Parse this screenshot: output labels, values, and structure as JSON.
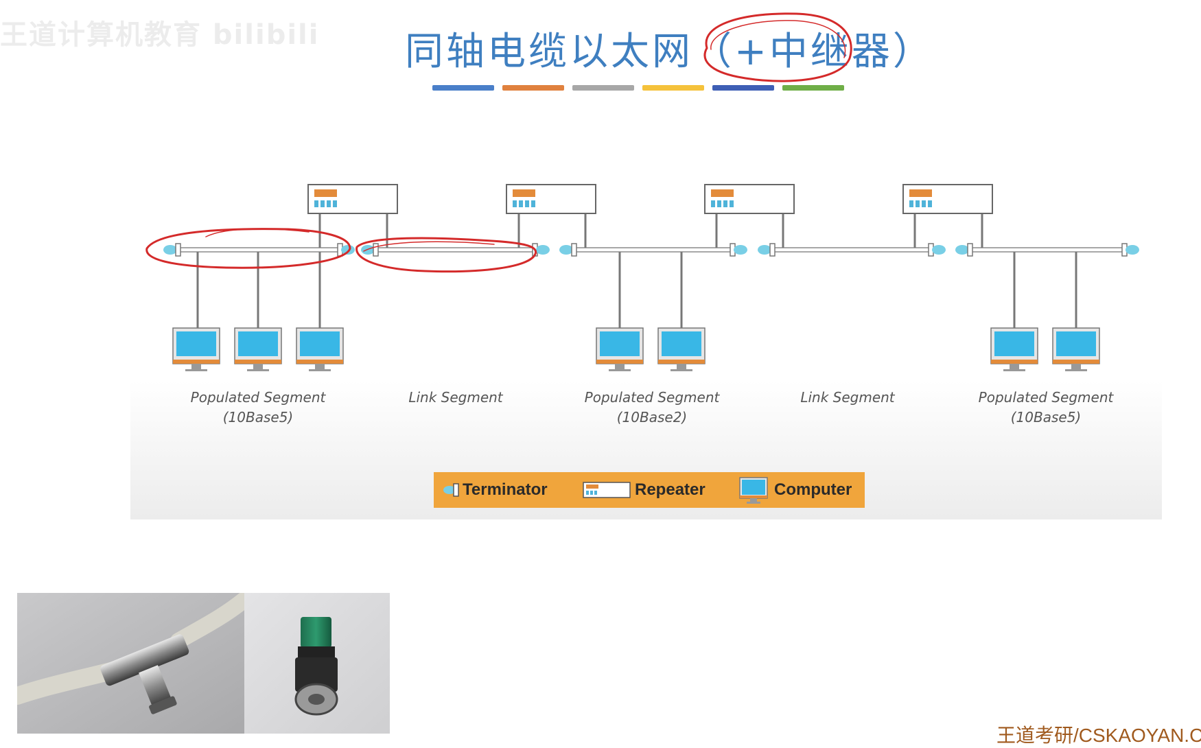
{
  "watermark": "王道计算机教育 bilibili",
  "title": "同轴电缆以太网（+中继器）",
  "color_bars": [
    "#4a7fc9",
    "#e0813e",
    "#a7a7a7",
    "#f5c23b",
    "#3e5fb5",
    "#6fae47"
  ],
  "segments": [
    {
      "line1": "Populated Segment",
      "line2": "(10Base5)"
    },
    {
      "line1": "Link Segment",
      "line2": ""
    },
    {
      "line1": "Populated Segment",
      "line2": "(10Base2)"
    },
    {
      "line1": "Link Segment",
      "line2": ""
    },
    {
      "line1": "Populated Segment",
      "line2": "(10Base5)"
    }
  ],
  "legend": {
    "terminator": "Terminator",
    "repeater": "Repeater",
    "computer": "Computer"
  },
  "photos": [
    {
      "name": "BNC T-connector"
    },
    {
      "name": "BNC terminator"
    }
  ],
  "footer": "王道考研/CSKAOYAN.COM"
}
